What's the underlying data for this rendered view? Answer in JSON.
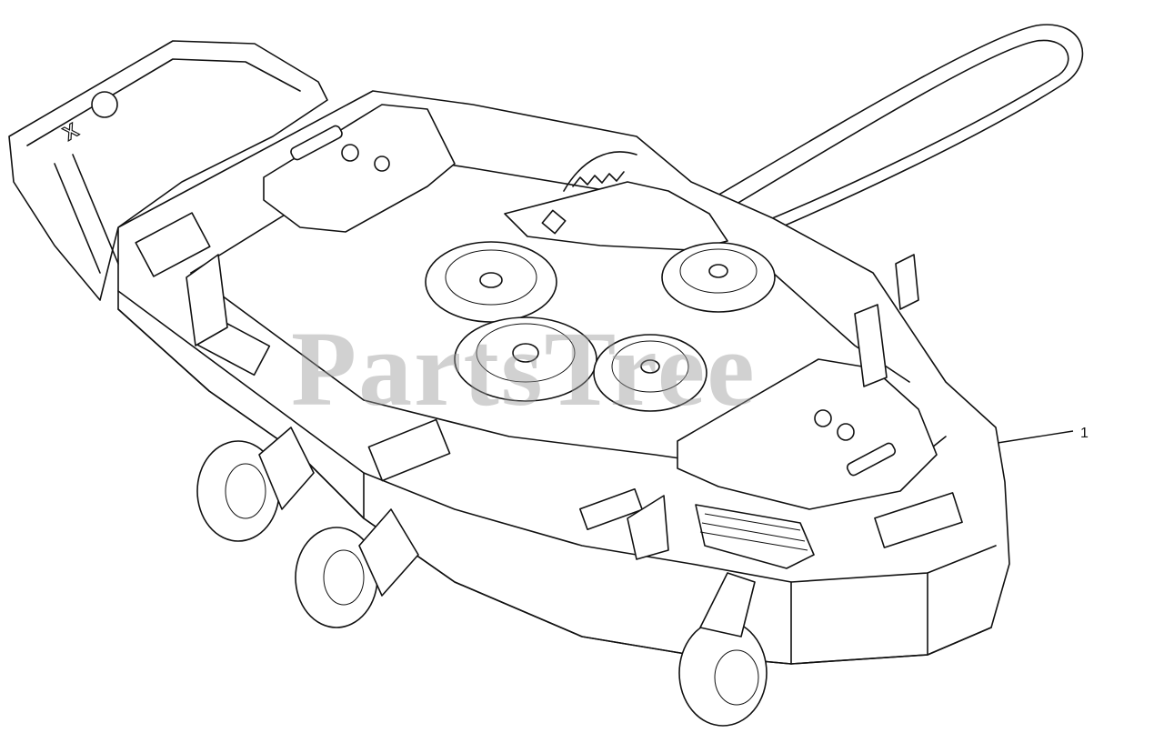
{
  "diagram": {
    "callouts": [
      {
        "label": "1"
      }
    ],
    "watermark": "PartsTree",
    "brand_logo": "X",
    "line_color": "#111111",
    "background": "#ffffff"
  }
}
